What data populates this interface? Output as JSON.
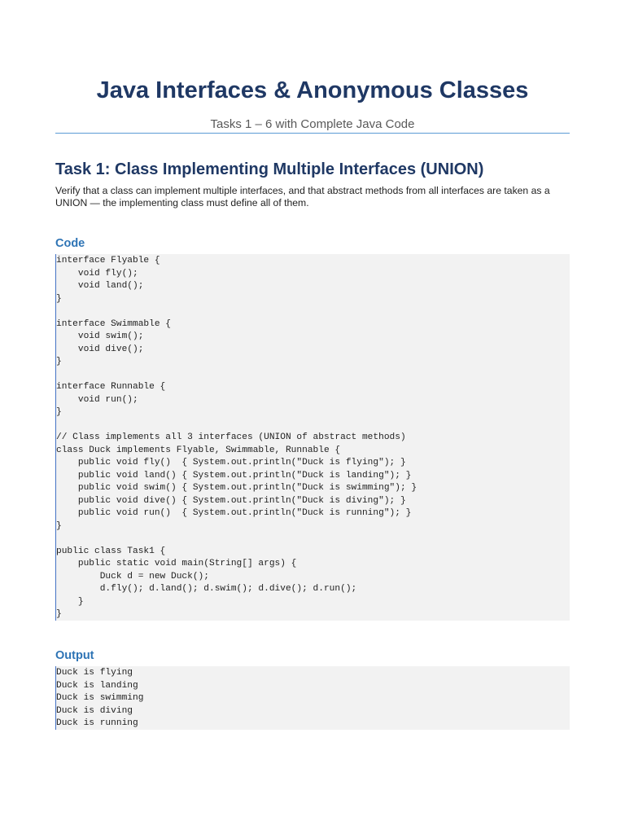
{
  "document": {
    "title": "Java Interfaces & Anonymous Classes",
    "subtitle": "Tasks 1 – 6 with Complete Java Code"
  },
  "task1": {
    "heading": "Task 1: Class Implementing Multiple Interfaces (UNION)",
    "description": "Verify that a class can implement multiple interfaces, and that abstract methods from all interfaces are taken as a UNION — the implementing class must define all of them.",
    "code_label": "Code",
    "code_lines": [
      "interface Flyable {",
      "    void fly();",
      "    void land();",
      "}",
      "",
      "interface Swimmable {",
      "    void swim();",
      "    void dive();",
      "}",
      "",
      "interface Runnable {",
      "    void run();",
      "}",
      "",
      "// Class implements all 3 interfaces (UNION of abstract methods)",
      "class Duck implements Flyable, Swimmable, Runnable {",
      "    public void fly()  { System.out.println(\"Duck is flying\"); }",
      "    public void land() { System.out.println(\"Duck is landing\"); }",
      "    public void swim() { System.out.println(\"Duck is swimming\"); }",
      "    public void dive() { System.out.println(\"Duck is diving\"); }",
      "    public void run()  { System.out.println(\"Duck is running\"); }",
      "}",
      "",
      "public class Task1 {",
      "    public static void main(String[] args) {",
      "        Duck d = new Duck();",
      "        d.fly(); d.land(); d.swim(); d.dive(); d.run();",
      "    }",
      "}"
    ],
    "output_label": "Output",
    "output_lines": [
      "Duck is flying",
      "Duck is landing",
      "Duck is swimming",
      "Duck is diving",
      "Duck is running"
    ]
  }
}
